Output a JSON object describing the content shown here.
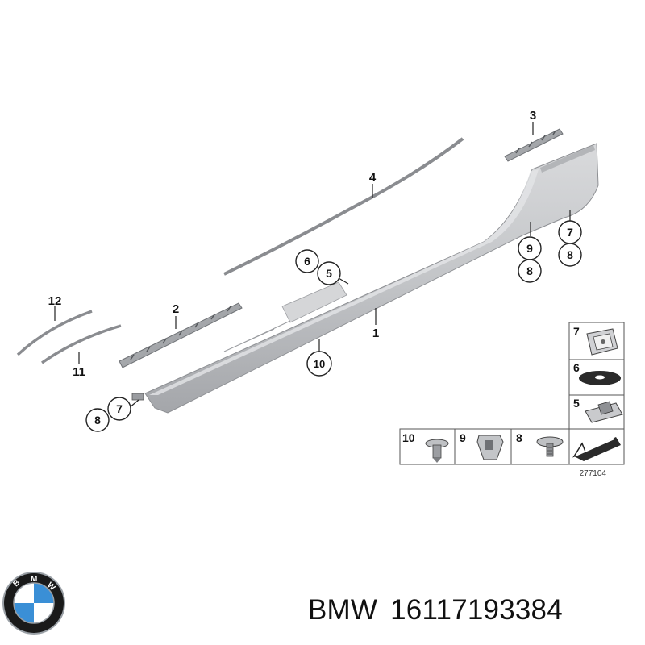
{
  "diagram_number": "277104",
  "callouts": {
    "c1": "1",
    "c2": "2",
    "c3": "3",
    "c4": "4",
    "c5": "5",
    "c6": "6",
    "c7a": "7",
    "c7b": "7",
    "c8a": "8",
    "c8b": "8",
    "c8c": "8",
    "c9": "9",
    "c10": "10",
    "c11": "11",
    "c12": "12"
  },
  "legend_cells": {
    "k7": "7",
    "k6": "6",
    "k5": "5",
    "k10": "10",
    "k9": "9",
    "k8": "8"
  },
  "logo": {
    "text": "BMW",
    "colors": {
      "blue": "#3a8fd6",
      "white": "#ffffff",
      "ring": "#1a1a1a",
      "chrome": "#9aa0a6"
    }
  },
  "caption": {
    "brand": "BMW",
    "part_number": "16117193384"
  },
  "colors": {
    "part_fill": "#c8c9cc",
    "part_shadow": "#a9abaf",
    "part_light": "#e2e3e5",
    "line": "#222222"
  }
}
